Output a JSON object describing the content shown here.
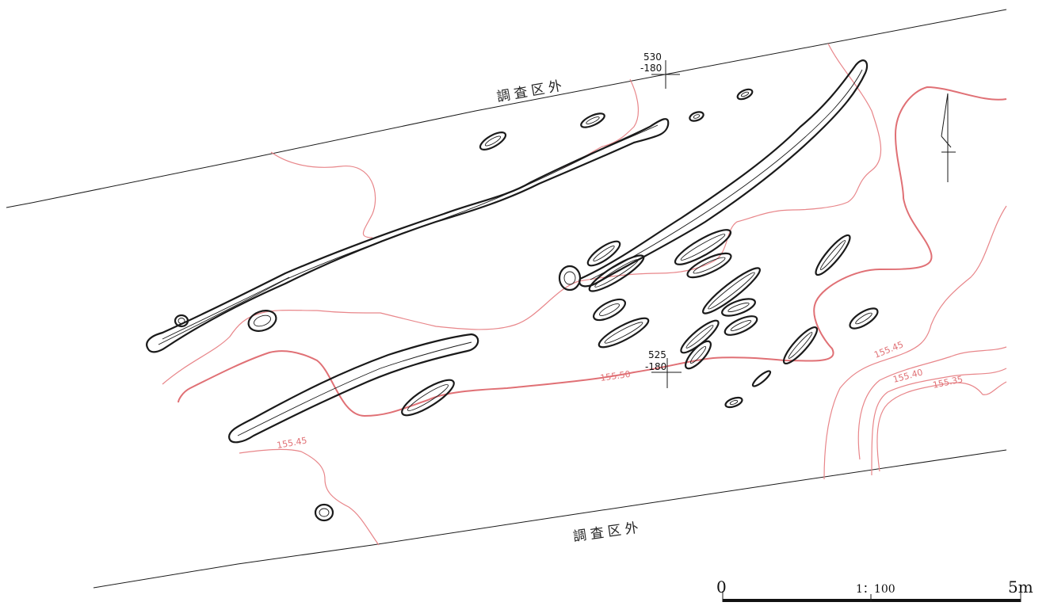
{
  "area_labels": {
    "top": "調査区外",
    "bottom": "調査区外"
  },
  "grid_points": [
    {
      "line1": "530",
      "line2": "-180"
    },
    {
      "line1": "525",
      "line2": "-180"
    }
  ],
  "contour_labels": [
    "155.50",
    "155.45",
    "155.45",
    "155.40",
    "155.35"
  ],
  "scale_bar": {
    "start": "0",
    "ratio": "1：100",
    "end": "5m"
  },
  "north_arrow": "north-arrow-icon",
  "colors": {
    "contour": "#e8868a",
    "feature": "#1a1a1a"
  }
}
